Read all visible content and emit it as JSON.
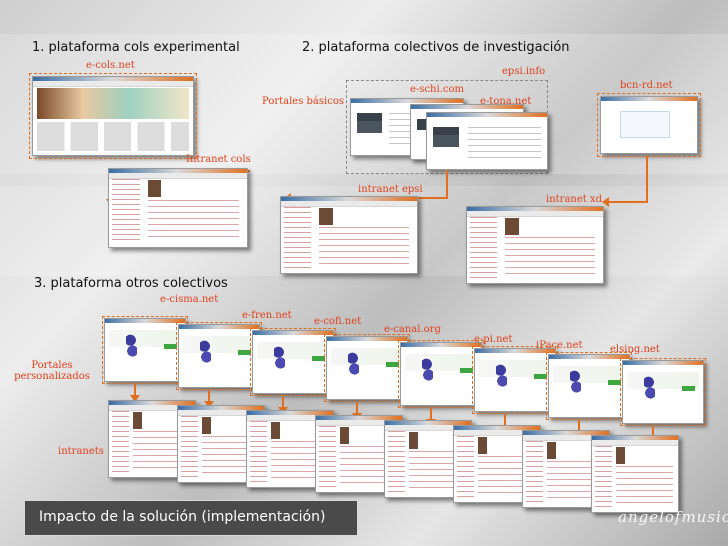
{
  "sections": {
    "s1": "1. plataforma  cols experimental",
    "s2": "2. plataforma colectivos de investigación",
    "s3": "3. plataforma otros colectivos"
  },
  "labels": {
    "e_cols": "e-cols.net",
    "intranet_cols": "Intranet cols",
    "epsi_info": "epsi.info",
    "bcn_rd": "bcn-rd.net",
    "e_schi": "e-schi.com",
    "portales_basicos": "Portales básicos",
    "e_tona": "e-tona.net",
    "intranet_epsi": "intranet  epsi",
    "intranet_xd": "intranet  xd",
    "e_cisma": "e-cisma.net",
    "e_fren": "e-fren.net",
    "e_cofi": "e-cofi.net",
    "e_canal": "e-canal.org",
    "e_pi": "e-pi.net",
    "ipace": "iPace.net",
    "elsing": "elsing.net",
    "portales_personalizados_1": "Portales",
    "portales_personalizados_2": "personalizados",
    "intranets": "intranets"
  },
  "footer": "Impacto de la solución (implementación)",
  "colors": {
    "label": "#e0411b",
    "connector": "#e07020",
    "footer_bg": "#4a4a4a"
  }
}
